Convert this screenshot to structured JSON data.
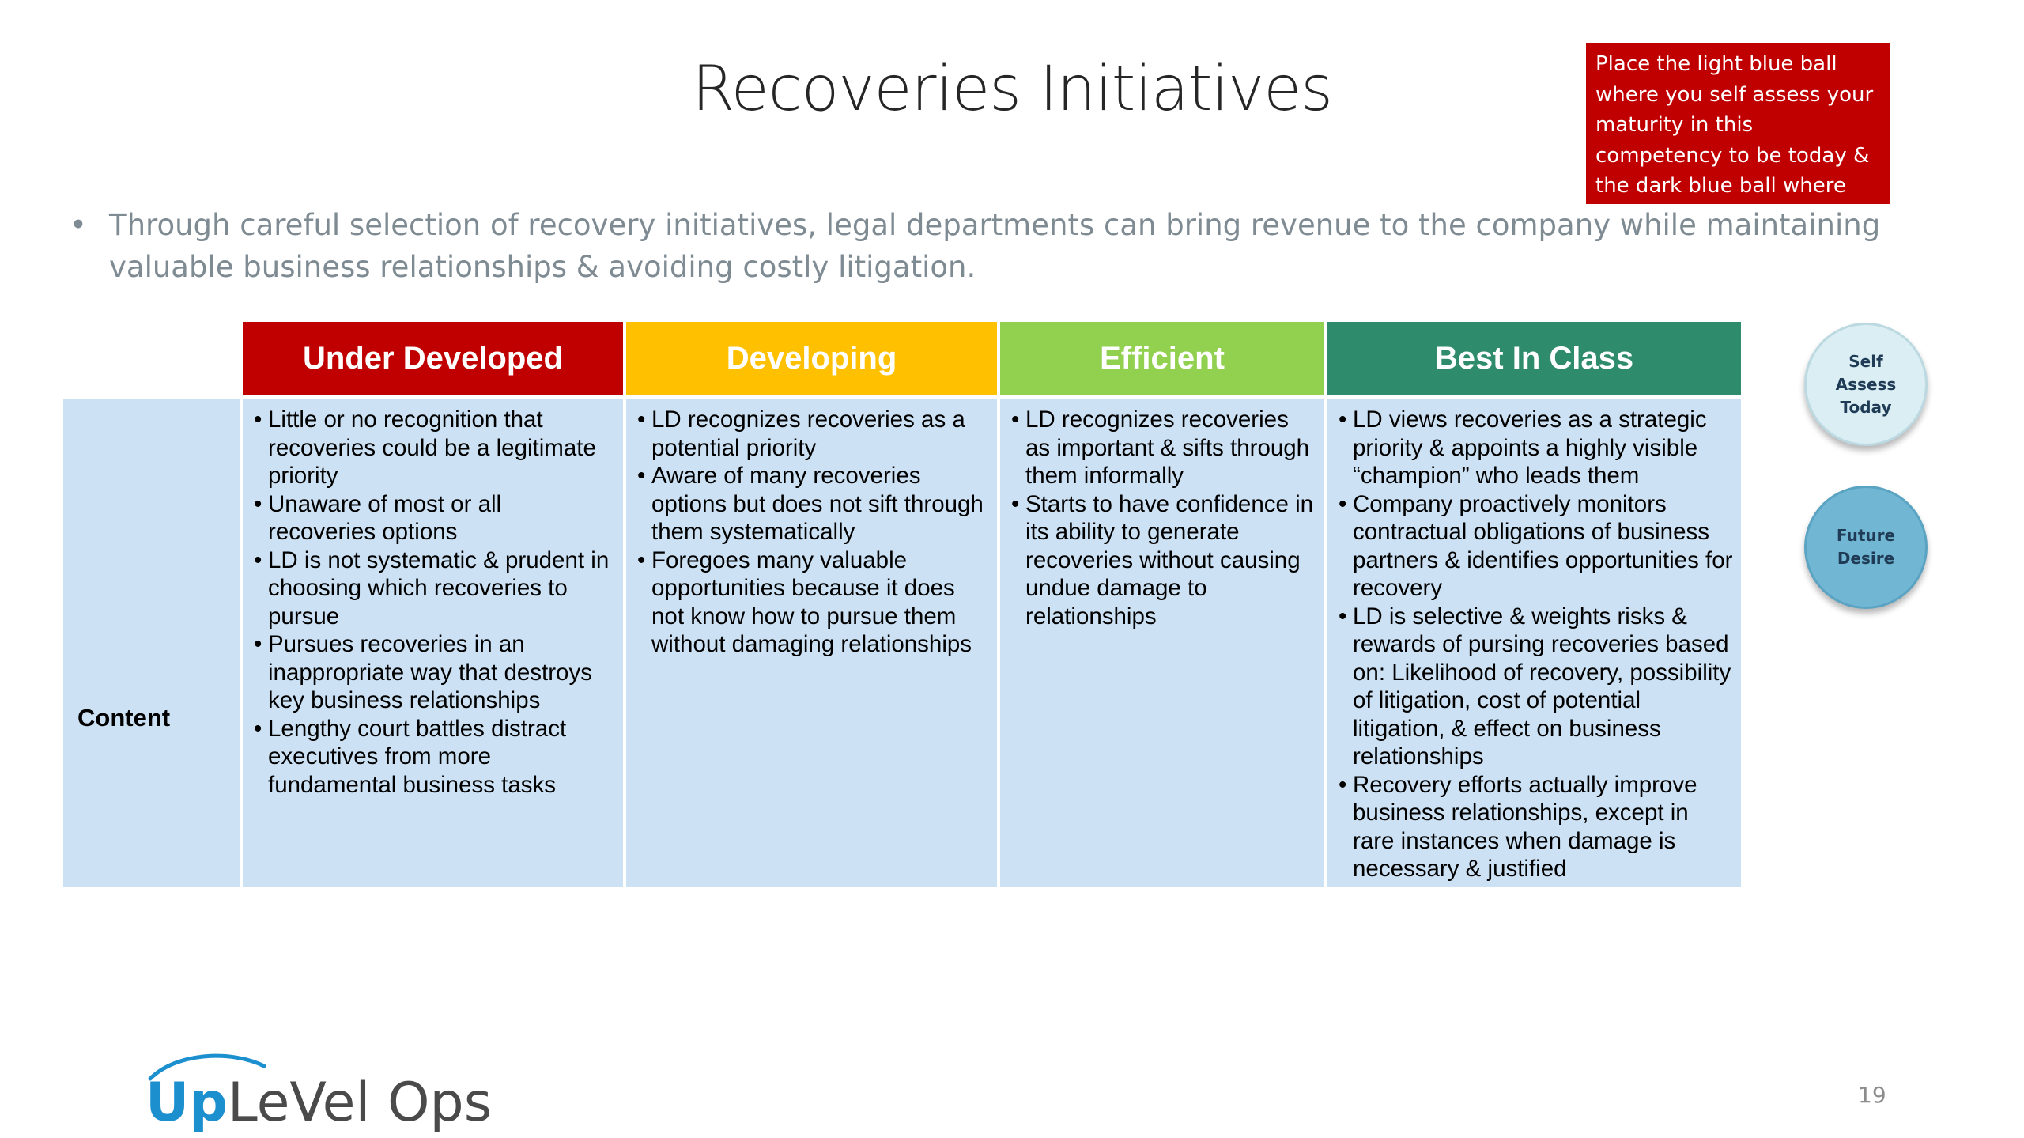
{
  "title": "Recoveries Initiatives",
  "note": "Place the light blue ball where you self assess your maturity in this competency to be today & the dark blue ball where you would like to be in the future",
  "intro": {
    "bullet": "•",
    "text": "Through careful selection of recovery initiatives, legal departments can bring revenue to the company while maintaining valuable business relationships & avoiding costly litigation."
  },
  "table": {
    "row_label": "Content",
    "columns": [
      {
        "header": "Under Developed",
        "color": "#c00000",
        "items": [
          "Little or no recognition that recoveries could be a legitimate priority",
          "Unaware of most or all recoveries options",
          "LD is not systematic & prudent in choosing which recoveries to pursue",
          "Pursues recoveries in an inappropriate way that destroys key business relationships",
          "Lengthy court battles distract executives from more fundamental business tasks"
        ]
      },
      {
        "header": "Developing",
        "color": "#ffc000",
        "items": [
          "LD recognizes recoveries as a potential priority",
          "Aware of many recoveries options but does not sift through them systematically",
          "Foregoes many valuable opportunities because it does not know how to pursue them without damaging relationships"
        ]
      },
      {
        "header": "Efficient",
        "color": "#92d050",
        "items": [
          "LD recognizes recoveries as important & sifts through them informally",
          "Starts to have confidence in its ability to generate recoveries without causing undue damage to relationships"
        ]
      },
      {
        "header": "Best In Class",
        "color": "#2e8b6c",
        "items": [
          "LD views recoveries as a strategic priority & appoints a highly visible “champion” who leads them",
          "Company proactively monitors contractual obligations of business partners & identifies opportunities for recovery",
          "LD is selective & weights risks & rewards of pursing recoveries based on:  Likelihood of recovery, possibility of litigation, cost of potential litigation, & effect on business relationships",
          "Recovery efforts actually improve business relationships, except in rare instances when damage is necessary & justified"
        ]
      }
    ]
  },
  "balls": {
    "self_assess": "Self Assess Today",
    "future": "Future Desire"
  },
  "logo": {
    "part1": "Up",
    "part2": "LeVel Ops"
  },
  "page_number": "19"
}
